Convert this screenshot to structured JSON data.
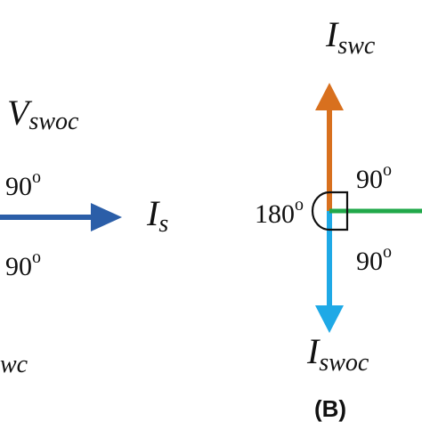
{
  "colors": {
    "blue": "#2b5ea8",
    "orange": "#d8701e",
    "cyan": "#1fa9e6",
    "green": "#21a84a",
    "black": "#111111"
  },
  "panel_a": {
    "v_swoc": {
      "main": "V",
      "sub": "swoc"
    },
    "angle_top": {
      "value": "90",
      "sup": "o"
    },
    "i_s": {
      "main": "I",
      "sub": "s"
    },
    "angle_bottom": {
      "value": "90",
      "sup": "o"
    },
    "partial_bottom_label": "wc"
  },
  "panel_b": {
    "i_swc": {
      "main": "I",
      "sub": "swc"
    },
    "angle_right_top": {
      "value": "90",
      "sup": "o"
    },
    "angle_left": {
      "value": "180",
      "sup": "o"
    },
    "angle_right_bottom": {
      "value": "90",
      "sup": "o"
    },
    "i_swoc": {
      "main": "I",
      "sub": "swoc"
    },
    "caption": "(B)"
  }
}
